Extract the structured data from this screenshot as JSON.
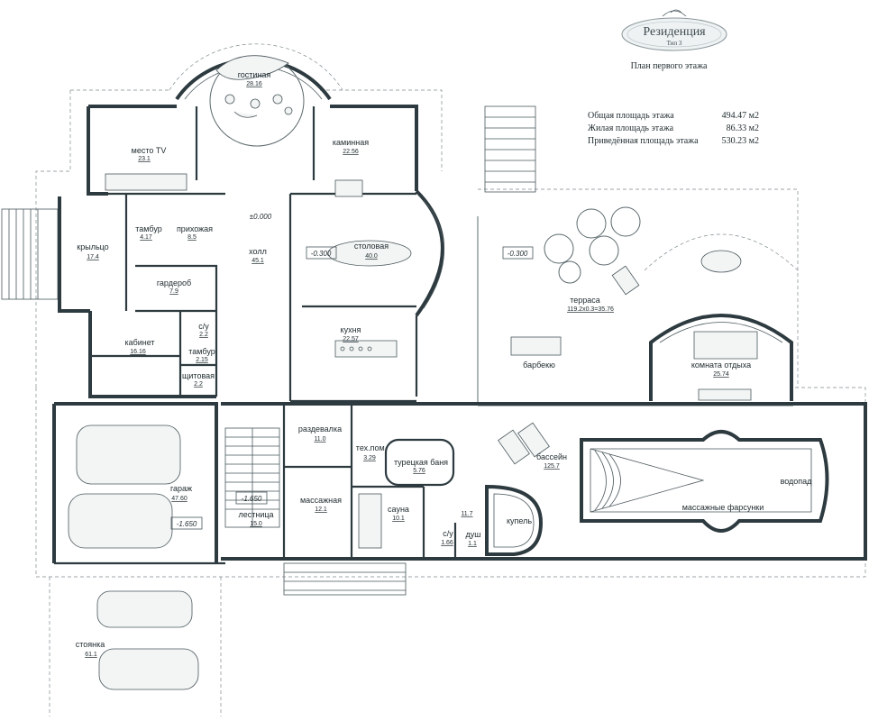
{
  "header": {
    "title": "Резиденция",
    "subtitle": "Тип 3",
    "plan_title": "План первого этажа"
  },
  "areas": [
    {
      "label": "Общая площадь этажа",
      "value": "494.47 м2"
    },
    {
      "label": "Жилая площадь этажа",
      "value": "86.33 м2"
    },
    {
      "label": "Приведённая площадь этажа",
      "value": "530.23 м2"
    }
  ],
  "rooms": {
    "gostinaya": {
      "name": "гостиная",
      "area": "28.16"
    },
    "mesto_tv": {
      "name": "место TV",
      "area": "23.1"
    },
    "kaminnaya": {
      "name": "каминная",
      "area": "22.56"
    },
    "tambur1": {
      "name": "тамбур",
      "area": "4.17"
    },
    "prihozhaya": {
      "name": "прихожая",
      "area": "8.5"
    },
    "krylco": {
      "name": "крыльцо",
      "area": "17.4"
    },
    "holl": {
      "name": "холл",
      "area": "45.1"
    },
    "stolovaya": {
      "name": "столовая",
      "area": "40.0"
    },
    "garderob": {
      "name": "гардероб",
      "area": "7.9"
    },
    "kabinet": {
      "name": "кабинет",
      "area": "16.16"
    },
    "su1": {
      "name": "с/у",
      "area": "2.2"
    },
    "tambur2": {
      "name": "тамбур",
      "area": "2.15"
    },
    "schitovaya": {
      "name": "щитовая",
      "area": "2.2"
    },
    "kuhnya": {
      "name": "кухня",
      "area": "22.57"
    },
    "terrasa": {
      "name": "терраса",
      "area": "119.2х0.3=35.76"
    },
    "barbekyu": {
      "name": "барбекю",
      "area": ""
    },
    "komnata_otdyha": {
      "name": "комната отдыха",
      "area": "25.74"
    },
    "razdevalka": {
      "name": "раздевалка",
      "area": "11.0"
    },
    "tehpom": {
      "name": "тех.пом.",
      "area": "3.29"
    },
    "turetskaya": {
      "name": "турецкая баня",
      "area": "5.76"
    },
    "bassein": {
      "name": "бассейн",
      "area": "125.7"
    },
    "vodopad": {
      "name": "водопад",
      "area": ""
    },
    "garazh": {
      "name": "гараж",
      "area": "47.60"
    },
    "lestnitsa": {
      "name": "лестница",
      "area": "15.0"
    },
    "massazhnaya": {
      "name": "массажная",
      "area": "12.1"
    },
    "sauna": {
      "name": "сауна",
      "area": "10.1"
    },
    "corridor": {
      "name": "",
      "area": "11.7"
    },
    "su2": {
      "name": "с/у",
      "area": "1.66"
    },
    "dush": {
      "name": "душ",
      "area": "1.1"
    },
    "kupel": {
      "name": "купель",
      "area": ""
    },
    "massazh_farsunki": {
      "name": "массажные фарсунки",
      "area": ""
    },
    "stoyanka": {
      "name": "стоянка",
      "area": "61.1"
    }
  },
  "levels": {
    "holl": "±0.000",
    "stolovaya": "-0.300",
    "terrasa": "-0.300",
    "lestnitsa": "-1.650",
    "garazh": "-1.650"
  }
}
